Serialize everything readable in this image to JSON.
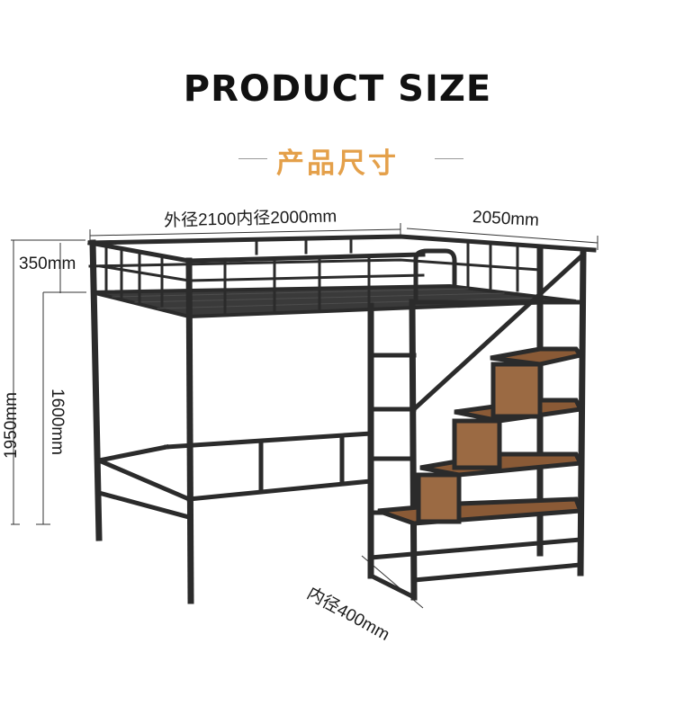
{
  "header": {
    "title": "PRODUCT SIZE",
    "subtitle": "产品尺寸"
  },
  "dimensions": {
    "outer_inner_width": "外径2100内径2000mm",
    "depth": "2050mm",
    "rail_height": "350mm",
    "total_height": "1950mm",
    "under_height": "1600mm",
    "stair_inner": "内径400mm"
  },
  "colors": {
    "title": "#111111",
    "subtitle_accent": "#e4a04a",
    "frame": "#2b2b2b",
    "shelf_wood": "#8a5a36"
  }
}
